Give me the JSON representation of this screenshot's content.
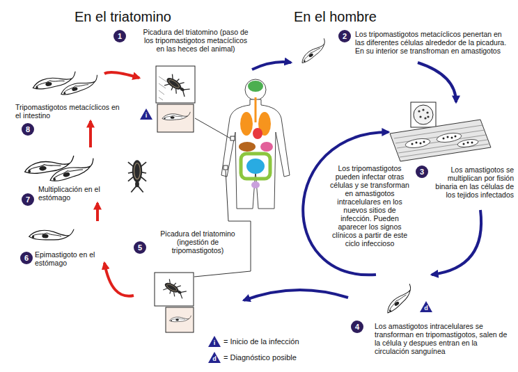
{
  "diagram": {
    "nodes": [
      {
        "text": [
          "Picadura del triatomino (paso de los tripomastigotos metacíclicos en las heces del animal)"
        ]
      },
      {
        "text": [
          "Los tripomastigotos metacíclicos penertan en las diferentes células alrededor de la picadura. En su interior se transfroman en amastigotos"
        ]
      },
      {
        "text": [
          "Los amastigotos se multiplican por fisión binaria en las células de los tejidos infectados"
        ]
      },
      {
        "text": [
          "Los amastigotos intracelulares se transforman en tripomastigotos, salen de la célula y despues entran en la circulación sanguínea"
        ]
      },
      {
        "text": [
          "Picadura del triatomino (ingestión de tripomastigotos)"
        ]
      },
      {
        "text": [
          "Epimastigoto en el estómago"
        ]
      },
      {
        "text": [
          "Multiplicación en el estómago"
        ]
      },
      {
        "text": [
          "Tripomastigotos metacíclicos en el intestino"
        ]
      }
    ],
    "edges": [
      {
        "from": 0,
        "to": 1,
        "arrow": "to"
      },
      {
        "from": 1,
        "to": 2,
        "arrow": "to"
      },
      {
        "from": 2,
        "to": 3,
        "arrow": "to"
      },
      {
        "from": 3,
        "to": 2,
        "arrow": "to"
      },
      {
        "from": 3,
        "to": 4,
        "arrow": "to"
      },
      {
        "from": 4,
        "to": 5,
        "arrow": "to"
      },
      {
        "from": 5,
        "to": 6,
        "arrow": "to"
      },
      {
        "from": 6,
        "to": 7,
        "arrow": "to"
      },
      {
        "from": 7,
        "to": 0,
        "arrow": "to"
      }
    ],
    "labels": [
      "En el triatomino",
      "En el hombre",
      "1",
      "2",
      "3",
      "4",
      "5",
      "6",
      "7",
      "8",
      "i",
      "d",
      "Los tripomastigotos pueden infectar otras células y se transforman en amastigotos intracelulares en los nuevos sitios de infección. Pueden aparecer los signos clínicos a partir de este ciclo infeccioso",
      "i",
      "d"
    ],
    "legend": [
      {
        "text": "= Inicio de la infección"
      },
      {
        "text": "= Diagnóstico posible"
      }
    ]
  }
}
